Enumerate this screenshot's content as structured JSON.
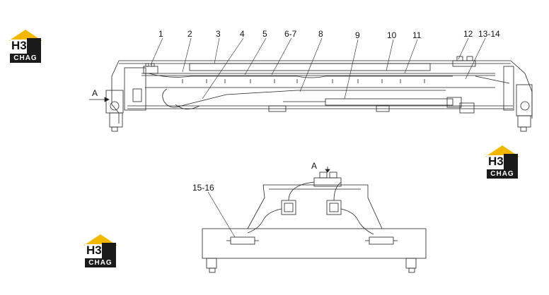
{
  "callouts": {
    "c1": "1",
    "c2": "2",
    "c3": "3",
    "c4": "4",
    "c5": "5",
    "c6_7": "6-7",
    "c8": "8",
    "c9": "9",
    "c10": "10",
    "c11": "11",
    "c12": "12",
    "c13_14": "13-14",
    "c15_16": "15-16"
  },
  "view_labels": {
    "side_arrow": "A",
    "top_arrow": "A"
  },
  "watermark": {
    "glyph": "H3",
    "text": "CHAG",
    "colors": {
      "roof": "#f2b800",
      "mark": "#1a1a1a"
    }
  }
}
